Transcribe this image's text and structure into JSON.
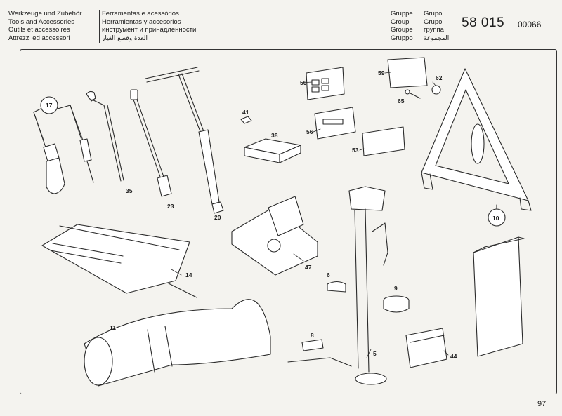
{
  "header": {
    "titles_left": [
      "Werkzeuge und Zubehör",
      "Tools and Accessories",
      "Outils et accessoires",
      "Attrezzi ed accessori"
    ],
    "titles_right": [
      "Ferramentas e acessórios",
      "Herramientas y accesorios",
      "инструмент и принадленности"
    ],
    "titles_arabic": "العدة وقطع الغيار",
    "group_labels_1": [
      "Gruppe",
      "Group",
      "Groupe",
      "Gruppo"
    ],
    "group_labels_2": [
      "Grupo",
      "Grupo",
      "группа"
    ],
    "group_label_arabic": "المجموعة",
    "group_number": "58 015",
    "doc_code": "00066"
  },
  "parts": {
    "p17": "17",
    "p35": "35",
    "p23": "23",
    "p20": "20",
    "p41": "41",
    "p38": "38",
    "p50": "50",
    "p56": "56",
    "p59": "59",
    "p62": "62",
    "p65": "65",
    "p53": "53",
    "p14": "14",
    "p47": "47",
    "p6": "6",
    "p9": "9",
    "p10": "10",
    "p11": "11",
    "p8": "8",
    "p5": "5",
    "p44": "44"
  },
  "page_number": "97"
}
